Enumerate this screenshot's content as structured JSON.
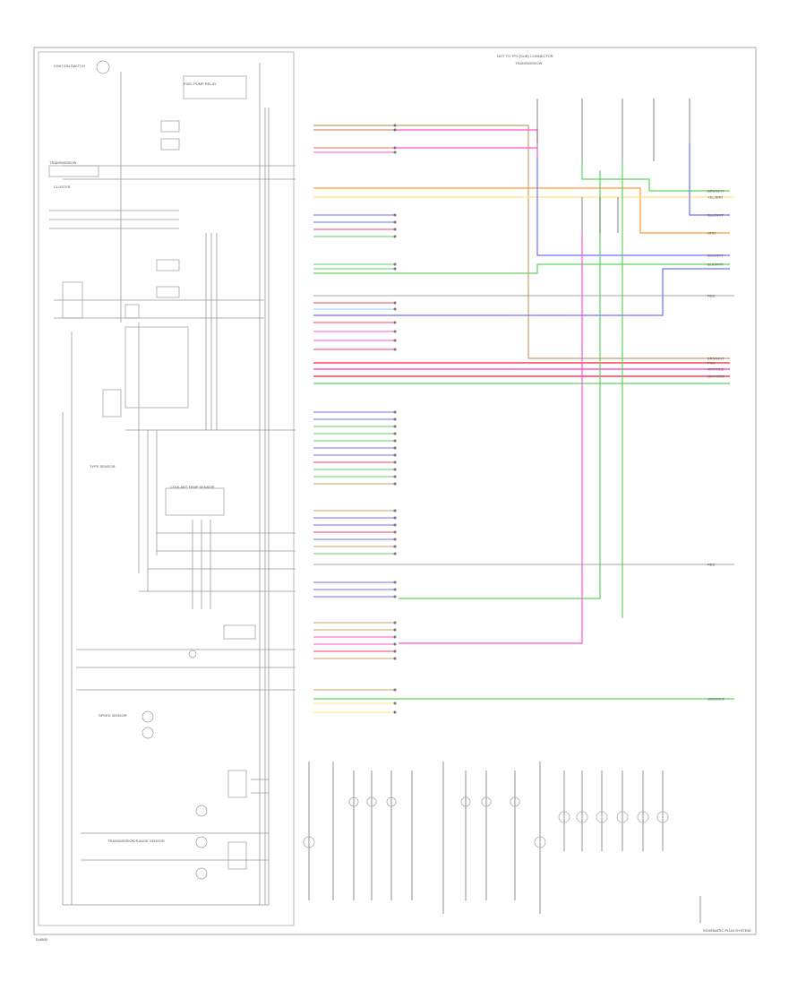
{
  "diagram": {
    "footer_left": "D 6893",
    "footer_right": "SCHEMATIC PLUG SYSTEM",
    "top_connector_label": "NOT TO TPS (SUB) CONNECTOR",
    "top_connector_sublabel": "TRANSMISSION",
    "left_labels": [
      "IGNITION SWITCH",
      "TRANSMISSION",
      "CLUSTER",
      "TYPE SENSOR",
      "COOLANT TEMP SENSOR",
      "SPEED SENSOR",
      "TRANSMISSION RANGE SENSOR",
      "FUEL PUMP RELAY"
    ],
    "right_tags": [
      "BRN/WHT",
      "YEL/BRN",
      "BLU/WHT",
      "ORN",
      "BLK/WHT",
      "BLK/WHT",
      "RED",
      "BRN/WHT",
      "PNK",
      "WHT/RED",
      "GRY/ORN",
      "RED",
      "GRN/WHT"
    ],
    "wire_colors": {
      "green": "#5fd35f",
      "blue": "#6f6fff",
      "orange": "#ff9933",
      "yellow": "#ffe680",
      "pink": "#ff55cc",
      "red": "#ff4060",
      "brown": "#c8a064",
      "lightblue": "#99ccff",
      "gray": "#888888"
    }
  }
}
